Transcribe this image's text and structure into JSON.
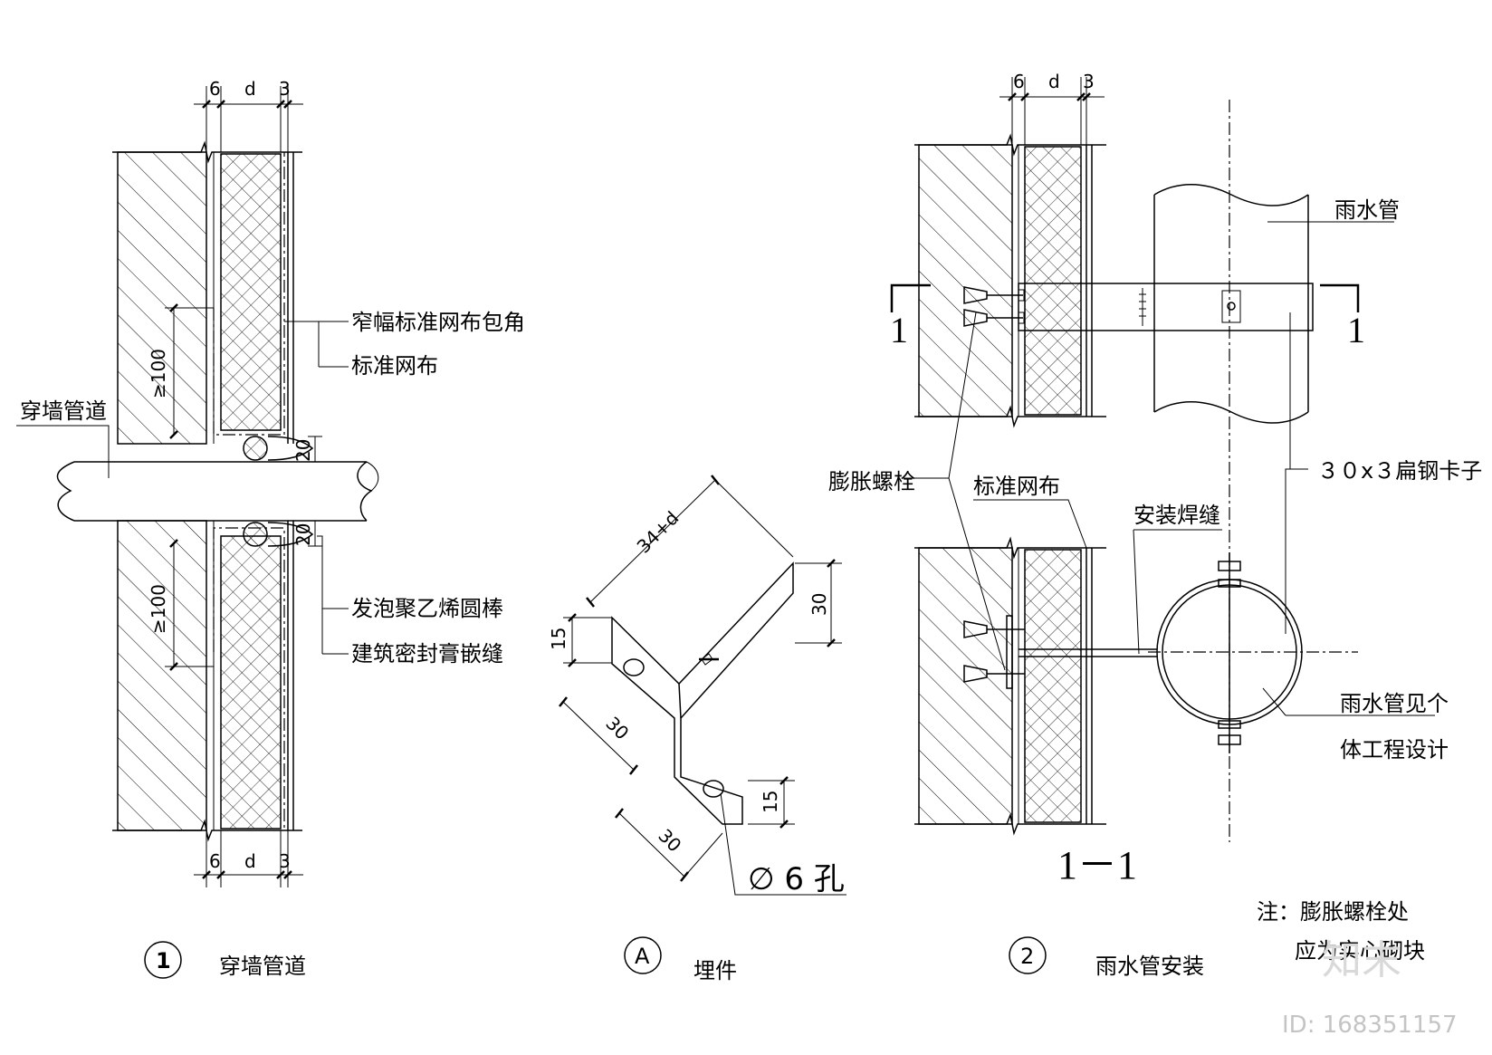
{
  "detail1": {
    "dim_6_top": "6",
    "dim_d_top": "d",
    "dim_3_top": "3",
    "dim_6_bot": "6",
    "dim_d_bot": "d",
    "dim_3_bot": "3",
    "dim_100_upper": "≥100",
    "dim_100_lower": "≥100",
    "dim_20_upper": "20",
    "dim_20_lower": "20",
    "label_mesh_corner": "窄幅标准网布包角",
    "label_mesh": "标准网布",
    "label_pipe": "穿墙管道",
    "label_foam_rod": "发泡聚乙烯圆棒",
    "label_sealant": "建筑密封膏嵌缝",
    "number": "1",
    "title": "穿墙管道"
  },
  "detailA": {
    "dim_34d": "34+d",
    "dim_30_right": "30",
    "dim_15_left": "15",
    "dim_30_mid": "30",
    "dim_15_right": "15",
    "dim_30_bottom": "30",
    "label_hole": "∅ 6 孔",
    "number": "A",
    "title": "埋件"
  },
  "detail2": {
    "dim_6": "6",
    "dim_d": "d",
    "dim_3": "3",
    "section_mark_left": "1",
    "section_mark_right": "1",
    "label_downpipe": "雨水管",
    "label_bolt": "膨胀螺栓",
    "label_flat_steel": "３０x３扁钢卡子",
    "label_mesh": "标准网布",
    "label_weld": "安装焊缝",
    "label_design_line1": "雨水管见个",
    "label_design_line2": "体工程设计",
    "section_title": "1－1",
    "number": "2",
    "title": "雨水管安装",
    "note_line1": "注：膨胀螺栓处",
    "note_line2": "应为实心砌块"
  },
  "watermark": {
    "brand": "知末",
    "id_text": "ID: 168351157"
  }
}
